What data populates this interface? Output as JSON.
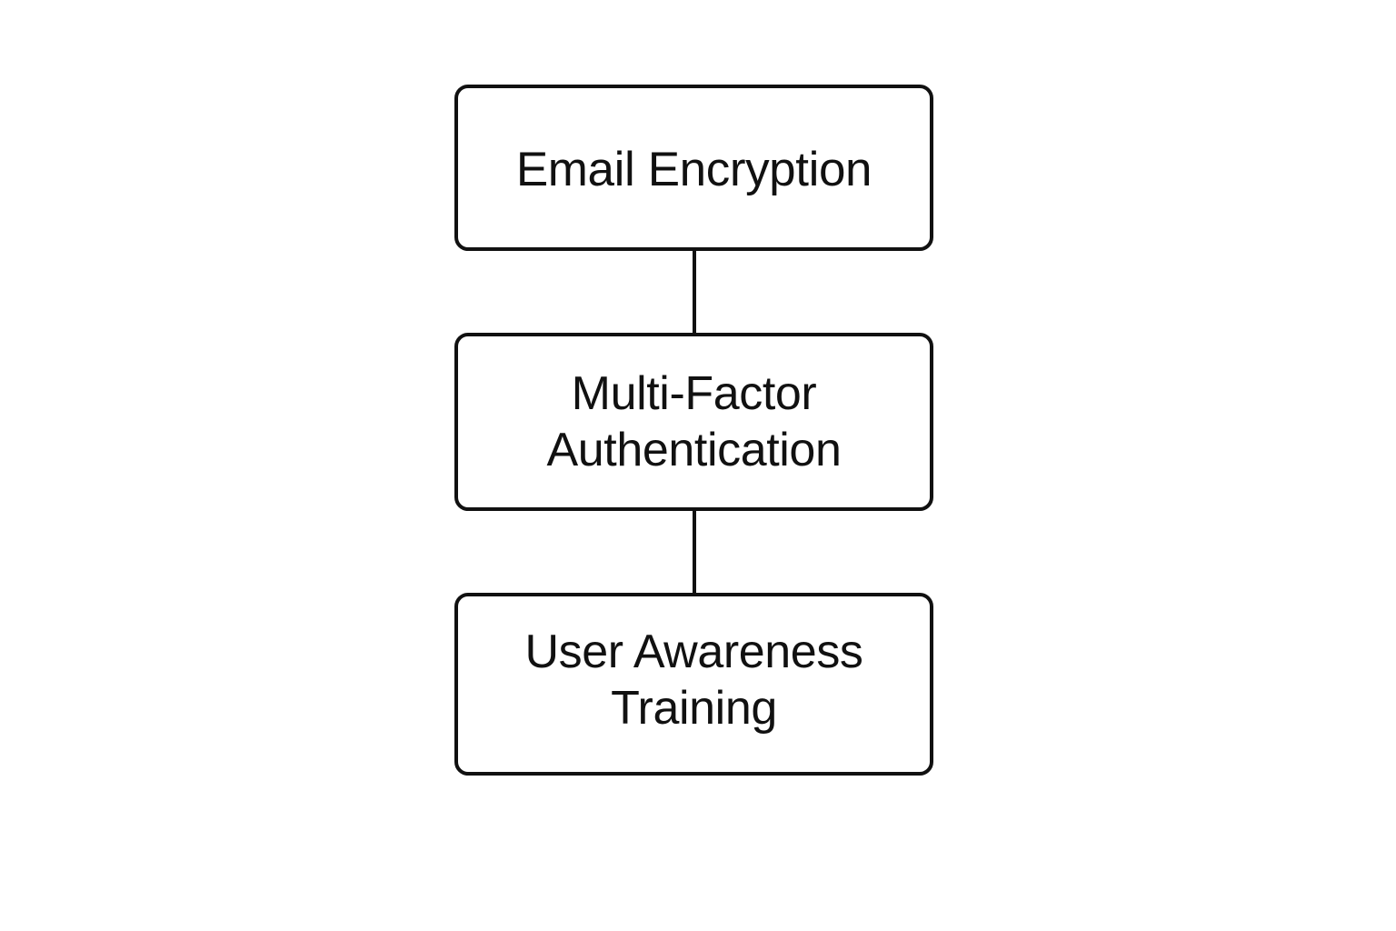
{
  "diagram": {
    "nodes": [
      {
        "label": "Email Encryption"
      },
      {
        "label": "Multi-Factor Authentication"
      },
      {
        "label": "User Awareness Training"
      }
    ],
    "colors": {
      "background": "#ffffff",
      "stroke": "#111111",
      "text": "#111111"
    }
  }
}
